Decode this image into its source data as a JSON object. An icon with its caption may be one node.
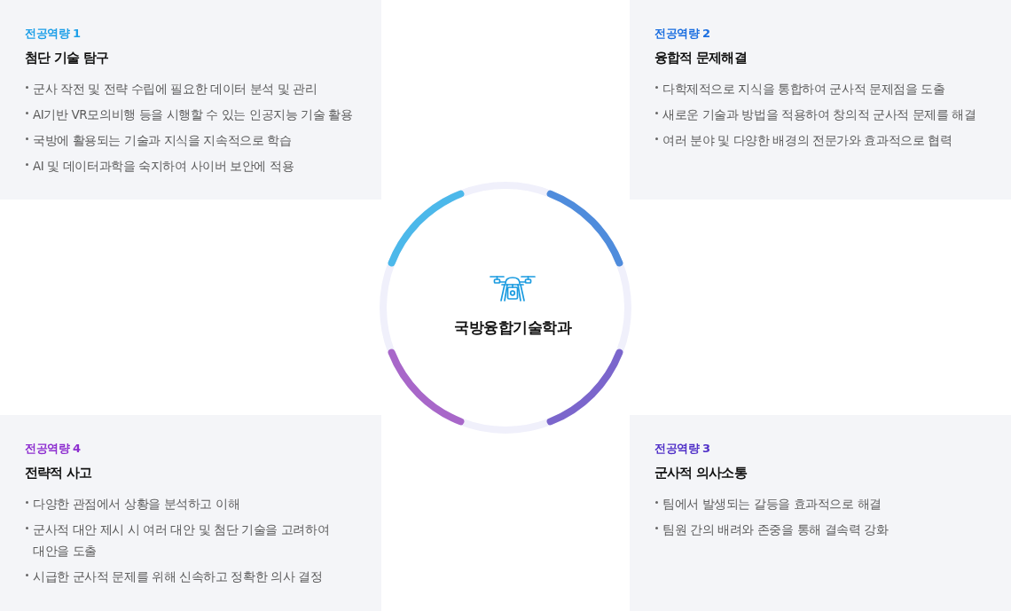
{
  "diagram": {
    "nodes": [
      {
        "text": [
          "전공역량 1",
          "첨단 기술 탐구",
          "군사 작전 및 전략 수립에 필요한 데이터 분석 및 관리",
          "AI기반 VR모의비행 등을 시행할 수 있는 인공지능 기술 활용",
          "국방에 활용되는 기술과 지식을 지속적으로 학습",
          "AI 및 데이터과학을 숙지하여 사이버 보안에 적용"
        ]
      },
      {
        "text": [
          "전공역량 2",
          "융합적 문제해결",
          "다학제적으로 지식을 통합하여 군사적 문제점을 도출",
          "새로운 기술과 방법을 적용하여 창의적 군사적 문제를 해결",
          "여러 분야 및 다양한 배경의 전문가와 효과적으로 협력"
        ]
      },
      {
        "text": [
          "국방융합기술학과"
        ]
      },
      {
        "text": [
          "전공역량 4",
          "전략적 사고",
          "다양한 관점에서 상황을 분석하고 이해",
          "군사적 대안 제시 시 여러 대안 및 첨단 기술을 고려하여 대안을 도출",
          "시급한 군사적 문제를 위해 신속하고 정확한 의사 결정"
        ]
      },
      {
        "text": [
          "전공역량 3",
          "군사적 의사소통",
          "팀에서 발생되는 갈등을 효과적으로 해결",
          "팀원 간의 배려와 존중을 통해 결속력 강화"
        ]
      }
    ]
  }
}
